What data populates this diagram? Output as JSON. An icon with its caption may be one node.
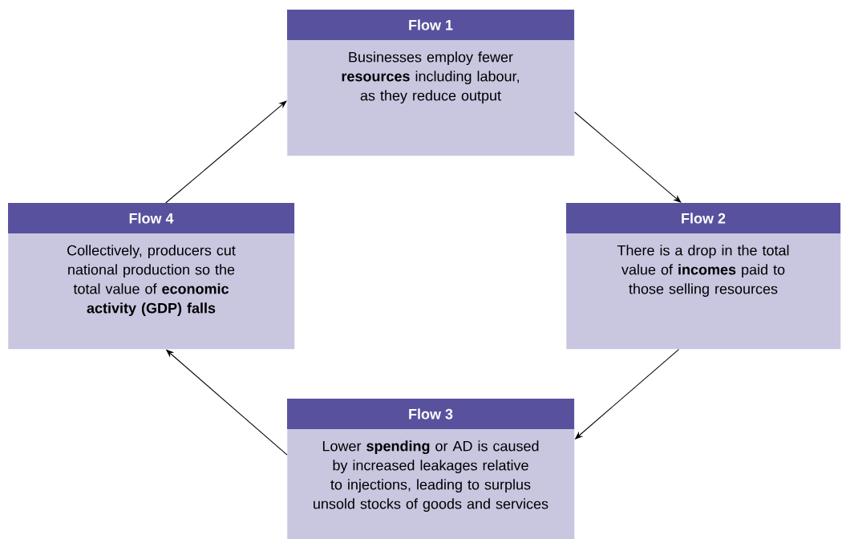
{
  "diagram": {
    "nodes": [
      {
        "text": [
          "Flow 1",
          "Businesses employ fewer **resources** including labour, as they reduce output"
        ]
      },
      {
        "text": [
          "Flow 2",
          "There is a drop in the total value of **incomes** paid to those selling resources"
        ]
      },
      {
        "text": [
          "Flow 3",
          "Lower **spending** or AD is caused by increased leakages relative to injections, leading to surplus unsold stocks of goods and services"
        ]
      },
      {
        "text": [
          "Flow 4",
          "Collectively, producers cut national production so the total value of **economic activity (GDP) falls**"
        ]
      }
    ],
    "edges": [
      {
        "from": 3,
        "to": 0,
        "arrow": "to"
      },
      {
        "from": 0,
        "to": 1,
        "arrow": "to"
      },
      {
        "from": 1,
        "to": 2,
        "arrow": "to"
      },
      {
        "from": 2,
        "to": 3,
        "arrow": "to"
      }
    ]
  }
}
